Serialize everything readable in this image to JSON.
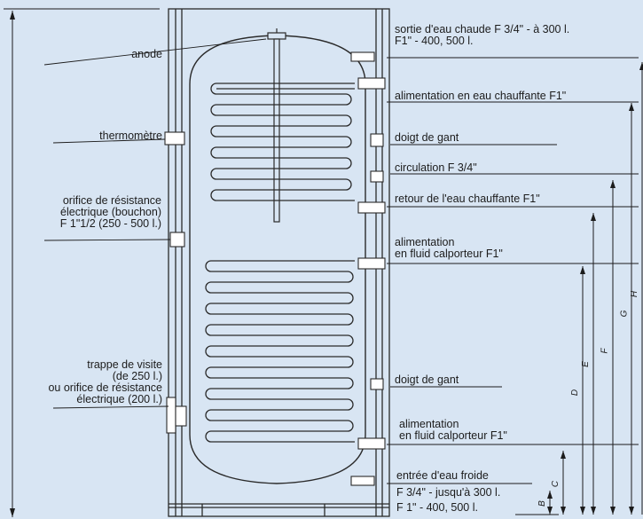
{
  "labels": {
    "anode": "anode",
    "thermometre": "thermomètre",
    "resistance": [
      "orifice de résistance",
      "électrique (bouchon)",
      "F 1\"1/2 (250 - 500 l.)"
    ],
    "trappe": [
      "trappe de visite",
      "(de 250 l.)",
      "ou orifice de résistance",
      "électrique (200 l.)"
    ],
    "sortie": [
      "sortie d'eau chaude F 3/4\" - à 300 l.",
      "F1\" - 400, 500 l."
    ],
    "alim_chauffante": "alimentation en eau chauffante F1\"",
    "doigt1": "doigt de gant",
    "circulation": "circulation F 3/4\"",
    "retour": "retour de l'eau chauffante F1\"",
    "alim_fluid1": [
      "alimentation",
      "en fluid calporteur F1\""
    ],
    "doigt2": "doigt de gant",
    "alim_fluid2": [
      "alimentation",
      "en fluid calporteur F1\""
    ],
    "entree": [
      "entrée d'eau froide",
      "F 3/4\" - jusqu'à 300 l.",
      "F 1\" - 400, 500 l."
    ]
  },
  "dimensions": [
    "B",
    "C",
    "D",
    "E",
    "F",
    "G",
    "H"
  ]
}
